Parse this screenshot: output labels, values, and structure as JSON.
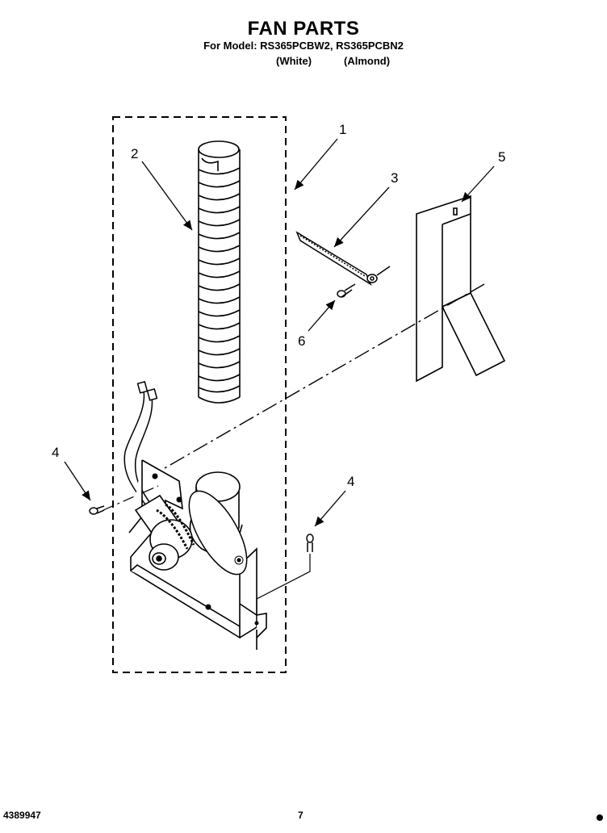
{
  "header": {
    "title": "FAN PARTS",
    "models": "For Model: RS365PCBW2, RS365PCBN2",
    "color_white": "(White)",
    "color_almond": "(Almond)"
  },
  "callouts": {
    "c1": "1",
    "c2": "2",
    "c3": "3",
    "c4a": "4",
    "c4b": "4",
    "c5": "5",
    "c6": "6"
  },
  "footer": {
    "doc_number": "4389947",
    "page_number": "7"
  }
}
